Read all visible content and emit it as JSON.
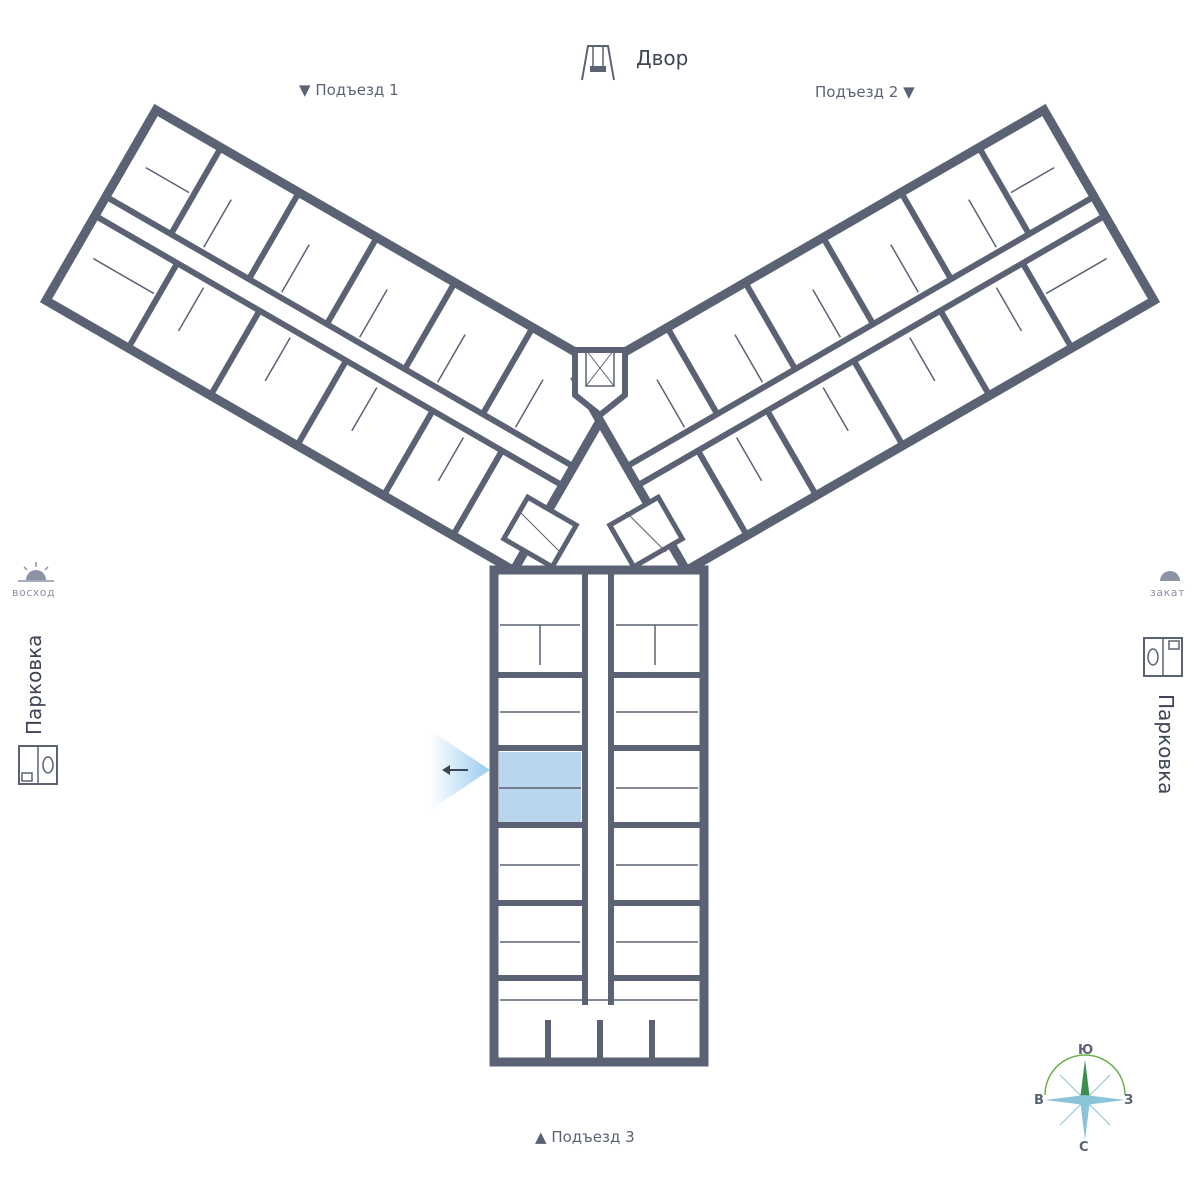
{
  "labels": {
    "yard": "Двор",
    "entrance1": "Подъезд 1",
    "entrance2": "Подъезд 2",
    "entrance3": "Подъезд 3",
    "sunrise": "восход",
    "sunset": "закат",
    "parking_left": "Парковка",
    "parking_right": "Парковка"
  },
  "compass": {
    "north": "С",
    "south": "Ю",
    "east": "В",
    "west": "З"
  },
  "colors": {
    "wall": "#5b6274",
    "highlight": "#b9d6ee",
    "compass_green": "#6ab04c",
    "compass_blue": "#8bc3d9"
  },
  "icons": [
    "swing-icon",
    "sunrise-icon",
    "sunset-icon",
    "parking-icon",
    "direction-arrow-icon",
    "compass-icon"
  ]
}
